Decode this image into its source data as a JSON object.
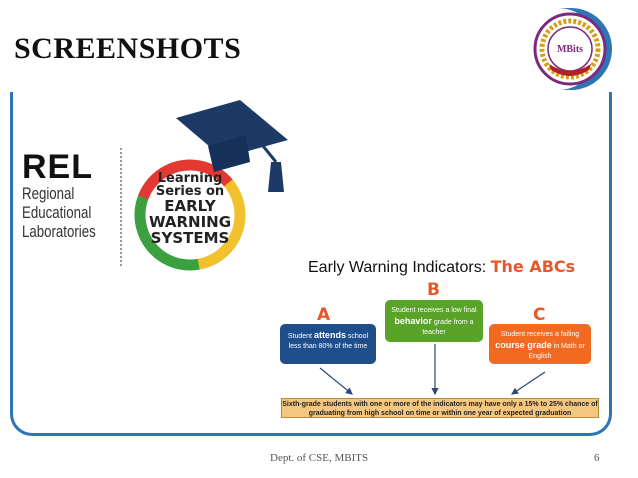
{
  "slide": {
    "title": "SCREENSHOTS",
    "footer": "Dept. of  CSE, MBITS",
    "page_number": "6"
  },
  "logo": {
    "name": "mbits-seal-logo",
    "text": "MBits",
    "colors": {
      "ring": "#7b2a7e",
      "gold": "#d4a017"
    }
  },
  "rel": {
    "acronym": "REL",
    "lines": [
      "Regional",
      "Educational",
      "Laboratories"
    ]
  },
  "ews_badge": {
    "line1": "Learning",
    "line2": "Series on",
    "line3": "EARLY",
    "line4": "WARNING",
    "line5": "SYSTEMS",
    "colors": {
      "red": "#e23a32",
      "yellow": "#f2c12e",
      "green": "#3aa040",
      "cap": "#1d3a66"
    }
  },
  "indicators": {
    "title_plain": "Early Warning Indicators: ",
    "title_accent": "The ABCs",
    "letters": [
      "A",
      "B",
      "C"
    ],
    "card_a": {
      "prefix": "Student ",
      "bold": "attends",
      "suffix": " school less than 80% of the time"
    },
    "card_b": {
      "prefix": "Student receives a low final ",
      "bold": "behavior",
      "suffix": " grade from a teacher"
    },
    "card_c": {
      "prefix": "Student receives a failing ",
      "bold": "course grade",
      "suffix": " in Math or English"
    },
    "banner": "Sixth-grade students with one or more of the indicators may have only a 15% to 25% chance of graduating from high school on time or within one year of expected graduation"
  }
}
